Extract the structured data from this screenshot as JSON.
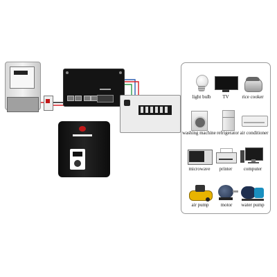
{
  "appliances": [
    {
      "label": "light bulb",
      "icon": "light-bulb-icon"
    },
    {
      "label": "TV",
      "icon": "tv-icon"
    },
    {
      "label": "rice cooker",
      "icon": "rice-cooker-icon"
    },
    {
      "label": "washing machine",
      "icon": "washing-machine-icon"
    },
    {
      "label": "refrigerator",
      "icon": "refrigerator-icon"
    },
    {
      "label": "air conditioner",
      "icon": "air-conditioner-icon"
    },
    {
      "label": "microwave",
      "icon": "microwave-icon"
    },
    {
      "label": "printer",
      "icon": "printer-icon"
    },
    {
      "label": "computer",
      "icon": "computer-icon"
    },
    {
      "label": "air pump",
      "icon": "air-pump-icon"
    },
    {
      "label": "motor",
      "icon": "motor-icon"
    },
    {
      "label": "water pump",
      "icon": "water-pump-icon"
    }
  ],
  "wire_colors": {
    "red": "#d81f26",
    "blue": "#2a5db0",
    "green": "#2f9a4c",
    "black": "#1a1a1a"
  }
}
